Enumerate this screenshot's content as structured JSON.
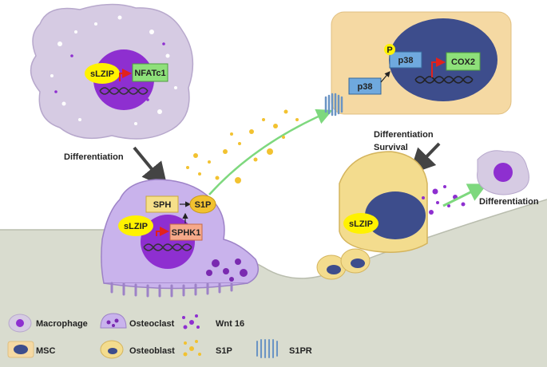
{
  "labels": {
    "macrophage_slzip": "sLZIP",
    "nfatc1": "NFATc1",
    "differentiation_left": "Differentiation",
    "sph": "SPH",
    "s1p_node": "S1P",
    "osteoclast_slzip": "sLZIP",
    "sphk1": "SPHK1",
    "p38_cytoplasm": "p38",
    "p38_nucleus": "p38",
    "phospho": "P",
    "cox2": "COX2",
    "differentiation_right": "Differentiation",
    "survival": "Survival",
    "osteoblast_slzip": "sLZIP",
    "differentiation_far_right": "Differentiation"
  },
  "legend": {
    "macrophage": "Macrophage",
    "osteoclast": "Osteoclast",
    "wnt16": "Wnt 16",
    "msc": "MSC",
    "osteoblast": "Osteoblast",
    "s1p": "S1P",
    "s1pr": "S1PR"
  },
  "colors": {
    "bone": "#d9dccf",
    "macrophage": "#d6cbe3",
    "nucleus": "#8e2fd0",
    "osteoclast": "#c9b3ec",
    "msc_box": "#f5d9a3",
    "msc_nucleus": "#3d4d8c",
    "osteoblast": "#f3dc8e",
    "slzip": "#fff200",
    "green_box": "#8ee07a",
    "blue_box": "#6fa9de",
    "s1p_dot": "#f2c230",
    "arrow_green": "#7ed87e",
    "arrow_dark": "#444444",
    "red_arrow": "#e2211c"
  }
}
